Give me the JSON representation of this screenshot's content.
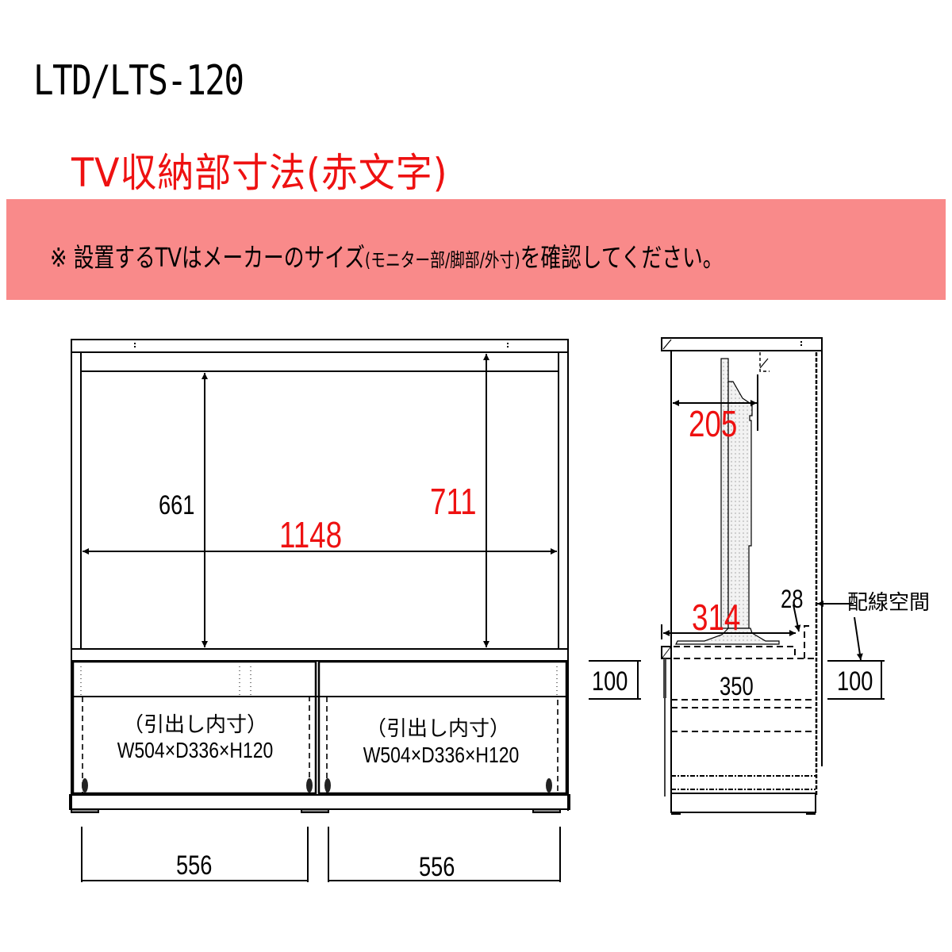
{
  "header": {
    "model": "LTD/LTS-120",
    "subtitle": "TV収納部寸法(赤文字)",
    "notice_prefix": "※ 設置するTVはメーカーのサイズ",
    "notice_paren": "(モニター部/脚部/外寸)",
    "notice_suffix": "を確認してください。"
  },
  "colors": {
    "banner": "#f98a8a",
    "red_text": "#ee1111",
    "line": "#000000"
  },
  "front_view": {
    "dims": {
      "inner_height_black": "661",
      "inner_height_red": "711",
      "inner_width_red": "1148",
      "drawer_front_height": "100",
      "drawer_width_left": "556",
      "drawer_width_right": "556"
    },
    "drawers": [
      {
        "label": "（引出し内寸）",
        "size": "W504×D336×H120"
      },
      {
        "label": "（引出し内寸）",
        "size": "W504×D336×H120"
      }
    ]
  },
  "side_view": {
    "dims": {
      "tv_depth_red": "205",
      "base_depth_red": "314",
      "gap": "28",
      "drawer_depth": "350",
      "drawer_front_height": "100"
    },
    "wiring_label": "配線空間"
  }
}
